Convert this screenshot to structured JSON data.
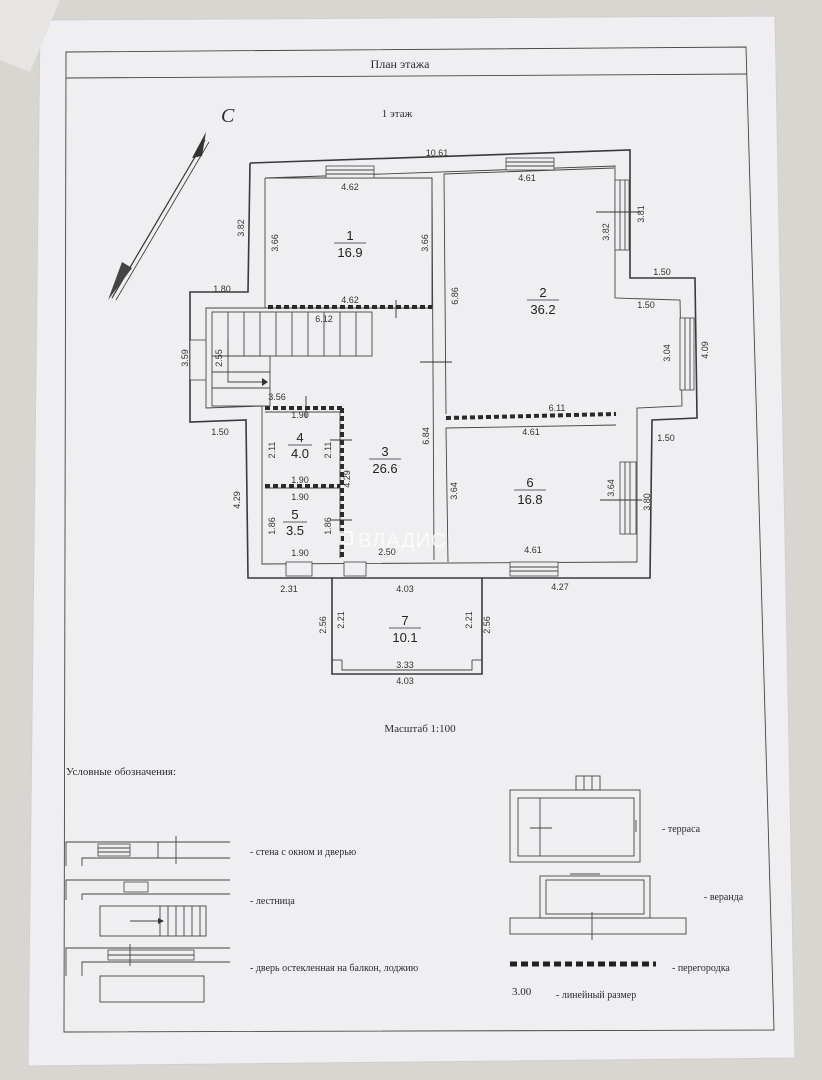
{
  "header": {
    "title": "План этажа",
    "floor": "1 этаж"
  },
  "compass": {
    "letter": "С"
  },
  "scale": "Масштаб 1:100",
  "watermark": "ВЛАДИС",
  "rooms": [
    {
      "num": "1",
      "area": "16.9"
    },
    {
      "num": "2",
      "area": "36.2"
    },
    {
      "num": "3",
      "area": "26.6"
    },
    {
      "num": "4",
      "area": "4.0"
    },
    {
      "num": "5",
      "area": "3.5"
    },
    {
      "num": "6",
      "area": "16.8"
    },
    {
      "num": "7",
      "area": "10.1"
    }
  ],
  "dimensions": [
    "10.61",
    "4.62",
    "4.61",
    "3.82",
    "3.66",
    "3.66",
    "1.80",
    "4.62",
    "6.12",
    "6.86",
    "3.81",
    "3.82",
    "1.50",
    "1.50",
    "3.04",
    "4.09",
    "3.59",
    "2.55",
    "3.56",
    "1.90",
    "1.50",
    "2.11",
    "2.11",
    "6.84",
    "6.11",
    "4.61",
    "1.50",
    "1.90",
    "4.29",
    "3.64",
    "3.64",
    "3.80",
    "4.29",
    "1.90",
    "1.86",
    "1.86",
    "1.90",
    "2.50",
    "4.61",
    "2.31",
    "4.03",
    "4.27",
    "2.56",
    "2.21",
    "2.21",
    "2.56",
    "3.33",
    "4.03"
  ],
  "legend": {
    "title": "Условные обозначения:",
    "wall": "- стена с окном и дверью",
    "stairs": "- лестница",
    "glazed_door": "- дверь остекленная на балкон, лоджию",
    "terrace": "- терраса",
    "veranda": "- веранда",
    "partition": "- перегородка",
    "linear_value": "3.00",
    "linear_label": "- линейный размер"
  }
}
